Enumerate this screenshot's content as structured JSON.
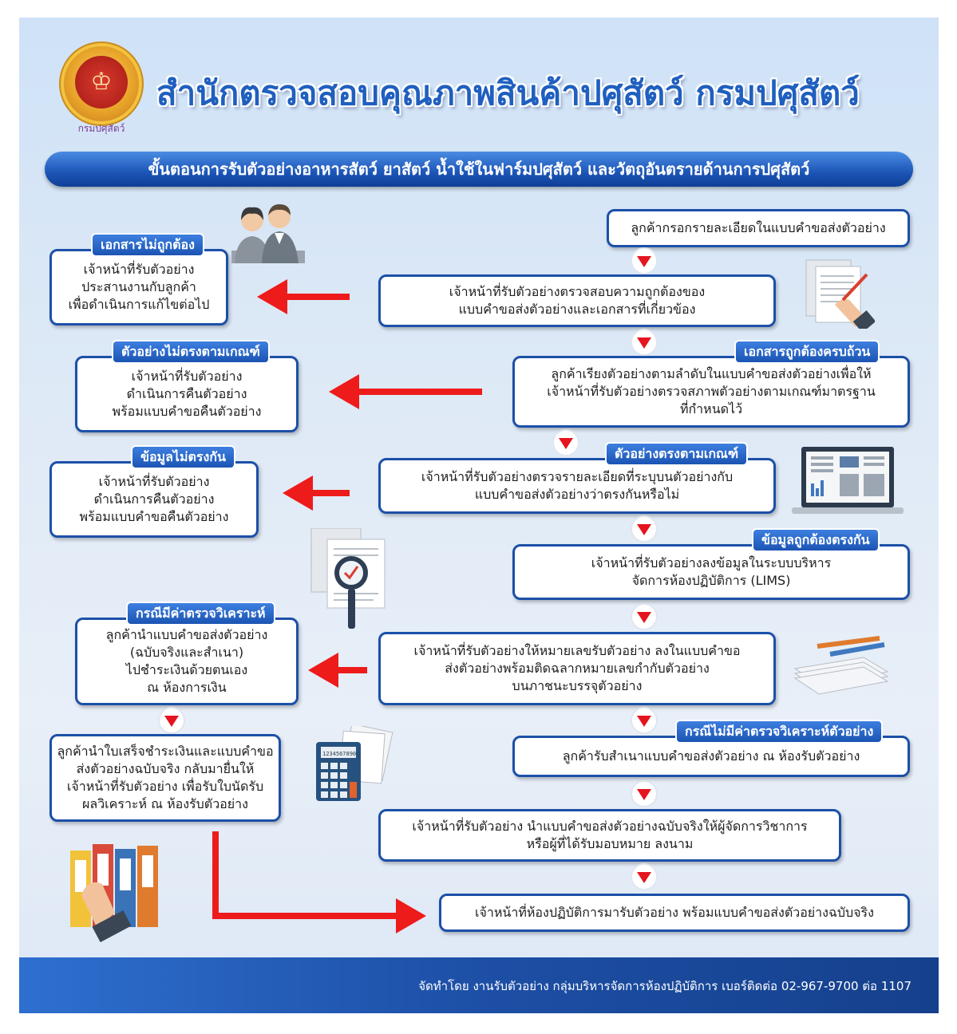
{
  "header": {
    "logo_text": "กรมปศุสัตว์",
    "title": "สำนักตรวจสอบคุณภาพสินค้าปศุสัตว์ กรมปศุสัตว์",
    "subtitle": "ขั้นตอนการรับตัวอย่างอาหารสัตว์ ยาสัตว์ น้ำใช้ในฟาร์มปศุสัตว์ และวัตถุอันตรายด้านการปศุสัตว์"
  },
  "right_steps": [
    {
      "lines": [
        "ลูกค้ากรอกรายละเอียดในแบบคำขอส่งตัวอย่าง"
      ]
    },
    {
      "lines": [
        "เจ้าหน้าที่รับตัวอย่างตรวจสอบความถูกต้องของ",
        "แบบคำขอส่งตัวอย่างและเอกสารที่เกี่ยวข้อง"
      ]
    },
    {
      "tag": "เอกสารถูกต้องครบถ้วน",
      "lines": [
        "ลูกค้าเรียงตัวอย่างตามลำดับในแบบคำขอส่งตัวอย่างเพื่อให้",
        "เจ้าหน้าที่รับตัวอย่างตรวจสภาพตัวอย่างตามเกณฑ์มาตรฐาน",
        "ที่กำหนดไว้"
      ]
    },
    {
      "tag": "ตัวอย่างตรงตามเกณฑ์",
      "lines": [
        "เจ้าหน้าที่รับตัวอย่างตรวจรายละเอียดที่ระบุบนตัวอย่างกับ",
        "แบบคำขอส่งตัวอย่างว่าตรงกันหรือไม่"
      ]
    },
    {
      "tag": "ข้อมูลถูกต้องตรงกัน",
      "lines": [
        "เจ้าหน้าที่รับตัวอย่างลงข้อมูลในระบบบริหาร",
        "จัดการห้องปฏิบัติการ (LIMS)"
      ]
    },
    {
      "lines": [
        "เจ้าหน้าที่รับตัวอย่างให้หมายเลขรับตัวอย่าง ลงในแบบคำขอ",
        "ส่งตัวอย่างพร้อมติดฉลากหมายเลขกำกับตัวอย่าง",
        "บนภาชนะบรรจุตัวอย่าง"
      ]
    },
    {
      "tag": "กรณีไม่มีค่าตรวจวิเคราะห์ตัวอย่าง",
      "lines": [
        "ลูกค้ารับสำเนาแบบคำขอส่งตัวอย่าง ณ ห้องรับตัวอย่าง"
      ]
    },
    {
      "lines": [
        "เจ้าหน้าที่รับตัวอย่าง นำแบบคำขอส่งตัวอย่างฉบับจริงให้ผู้จัดการวิชาการ",
        "หรือผู้ที่ได้รับมอบหมาย ลงนาม"
      ]
    },
    {
      "lines": [
        "เจ้าหน้าที่ห้องปฏิบัติการมารับตัวอย่าง พร้อมแบบคำขอส่งตัวอย่างฉบับจริง"
      ]
    }
  ],
  "left_steps": [
    {
      "tag": "เอกสารไม่ถูกต้อง",
      "lines": [
        "เจ้าหน้าที่รับตัวอย่าง",
        "ประสานงานกับลูกค้า",
        "เพื่อดำเนินการแก้ไขต่อไป"
      ]
    },
    {
      "tag": "ตัวอย่างไม่ตรงตามเกณฑ์",
      "lines": [
        "เจ้าหน้าที่รับตัวอย่าง",
        "ดำเนินการคืนตัวอย่าง",
        "พร้อมแบบคำขอคืนตัวอย่าง"
      ]
    },
    {
      "tag": "ข้อมูลไม่ตรงกัน",
      "lines": [
        "เจ้าหน้าที่รับตัวอย่าง",
        "ดำเนินการคืนตัวอย่าง",
        "พร้อมแบบคำขอคืนตัวอย่าง"
      ]
    },
    {
      "tag": "กรณีมีค่าตรวจวิเคราะห์",
      "lines": [
        "ลูกค้านำแบบคำขอส่งตัวอย่าง",
        "(ฉบับจริงและสำเนา)",
        "ไปชำระเงินด้วยตนเอง",
        "ณ ห้องการเงิน"
      ]
    },
    {
      "lines": [
        "ลูกค้านำใบเสร็จชำระเงินและแบบคำขอ",
        "ส่งตัวอย่างฉบับจริง กลับมายื่นให้",
        "เจ้าหน้าที่รับตัวอย่าง เพื่อรับใบนัดรับ",
        "ผลวิเคราะห์ ณ ห้องรับตัวอย่าง"
      ]
    }
  ],
  "illustrations": {
    "calculator_display": "1234567890"
  },
  "footer": {
    "text": "จัดทำโดย งานรับตัวอย่าง กลุ่มบริหารจัดการห้องปฏิบัติการ  เบอร์ติดต่อ 02-967-9700 ต่อ 1107"
  },
  "colors": {
    "primary_blue": "#1c50a8",
    "title_blue": "#1f5fbf",
    "arrow_red": "#ee1b1b",
    "footer_blue": "#1d4fa6"
  }
}
